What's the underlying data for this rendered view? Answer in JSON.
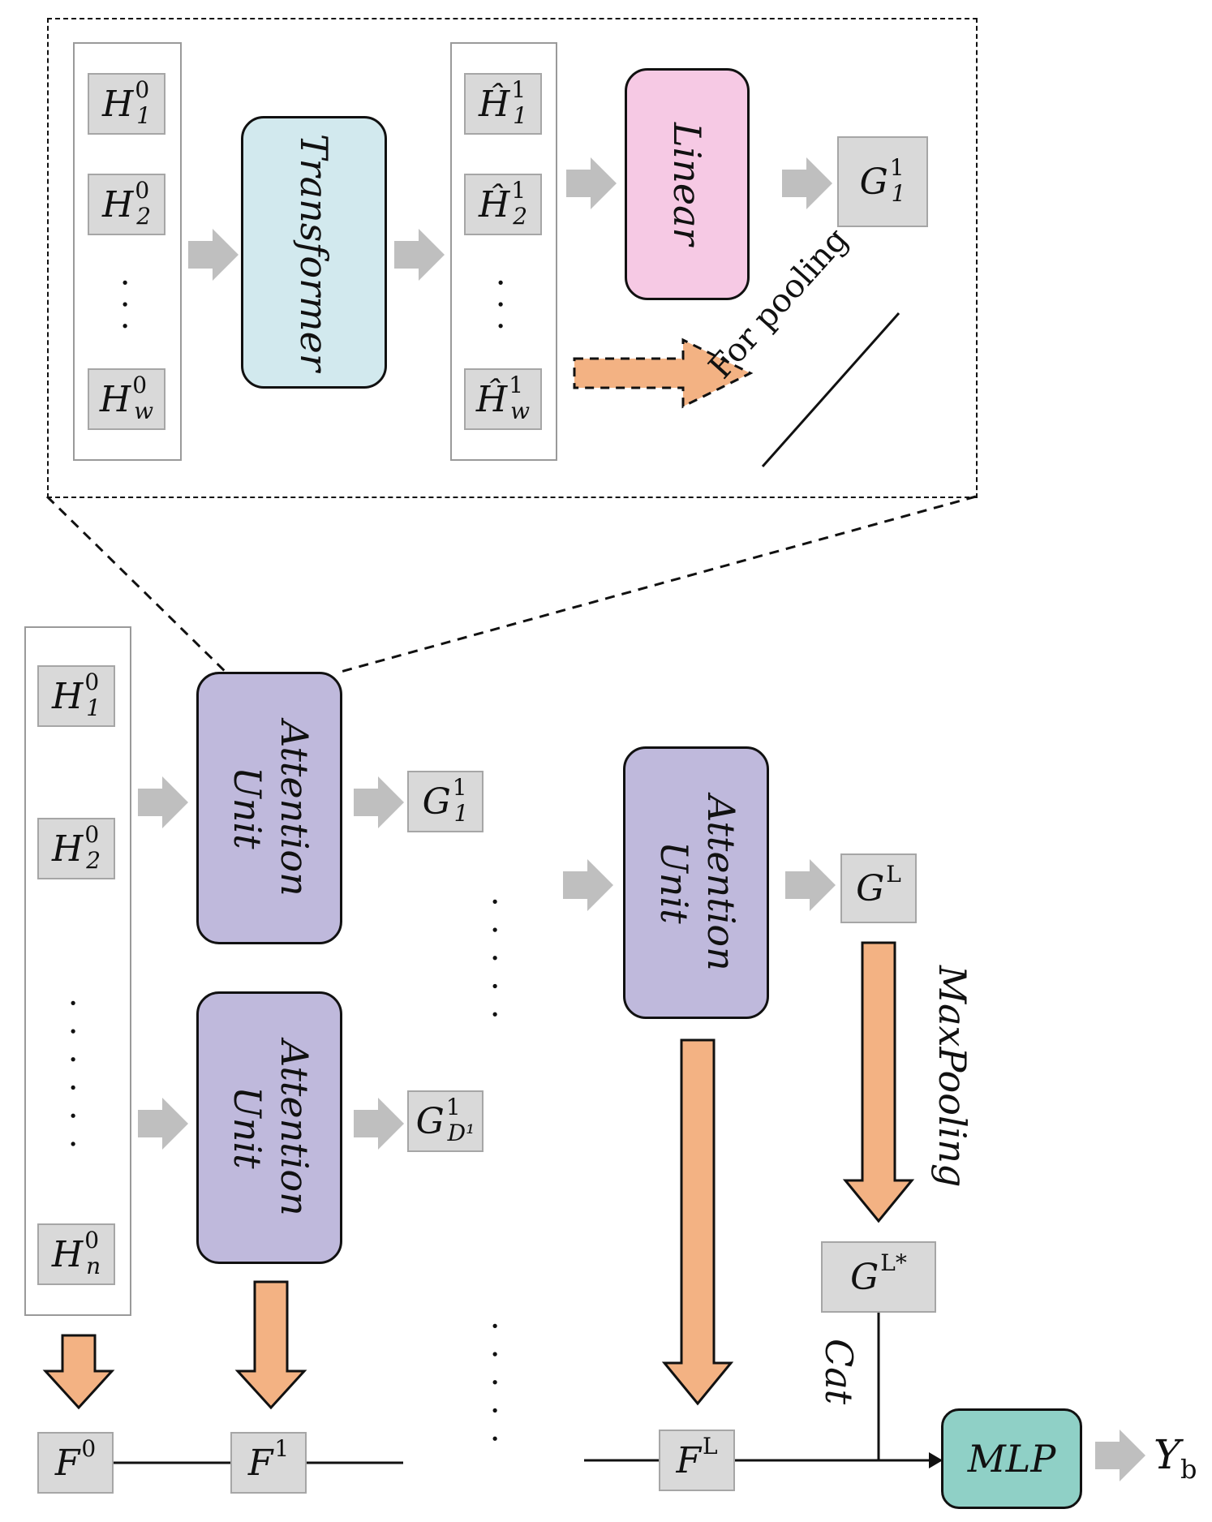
{
  "zoom": {
    "left_column": [
      {
        "base": "H",
        "sup": "0",
        "sub": "1"
      },
      {
        "base": "H",
        "sup": "0",
        "sub": "2"
      },
      {
        "base": "H",
        "sup": "0",
        "sub": "w"
      }
    ],
    "transformer_label": "Transformer",
    "right_column": [
      {
        "base": "Ĥ",
        "sup": "1",
        "sub": "1"
      },
      {
        "base": "Ĥ",
        "sup": "1",
        "sub": "2"
      },
      {
        "base": "Ĥ",
        "sup": "1",
        "sub": "w"
      }
    ],
    "linear_label": "Linear",
    "output": {
      "base": "G",
      "sup": "1",
      "sub": "1"
    },
    "for_pooling": "For pooling"
  },
  "main": {
    "input_column": [
      {
        "base": "H",
        "sup": "0",
        "sub": "1"
      },
      {
        "base": "H",
        "sup": "0",
        "sub": "2"
      },
      {
        "base": "H",
        "sup": "0",
        "sub": "n"
      }
    ],
    "attention_label": "Attention Unit",
    "g_outputs": [
      {
        "base": "G",
        "sup": "1",
        "sub": "1"
      },
      {
        "base": "G",
        "sup": "1",
        "sub": "D¹"
      }
    ],
    "gL": {
      "base": "G",
      "sup": "L",
      "sub": ""
    },
    "gLstar": {
      "base": "G",
      "sup": "L*",
      "sub": ""
    },
    "maxpooling": "MaxPooling",
    "cat": "Cat",
    "features": [
      {
        "base": "F",
        "sup": "0"
      },
      {
        "base": "F",
        "sup": "1"
      },
      {
        "base": "F",
        "sup": "L"
      }
    ],
    "mlp": "MLP",
    "output": {
      "base": "Y",
      "sub": "b"
    }
  },
  "colors": {
    "transformer": "#d2e9ee",
    "linear": "#f6c9e4",
    "attention": "#bfb9dc",
    "mlp": "#8fd0c6",
    "orange_arrow": "#f3b283",
    "gray_arrow": "#bfbfbf",
    "token": "#d9d9d9"
  }
}
